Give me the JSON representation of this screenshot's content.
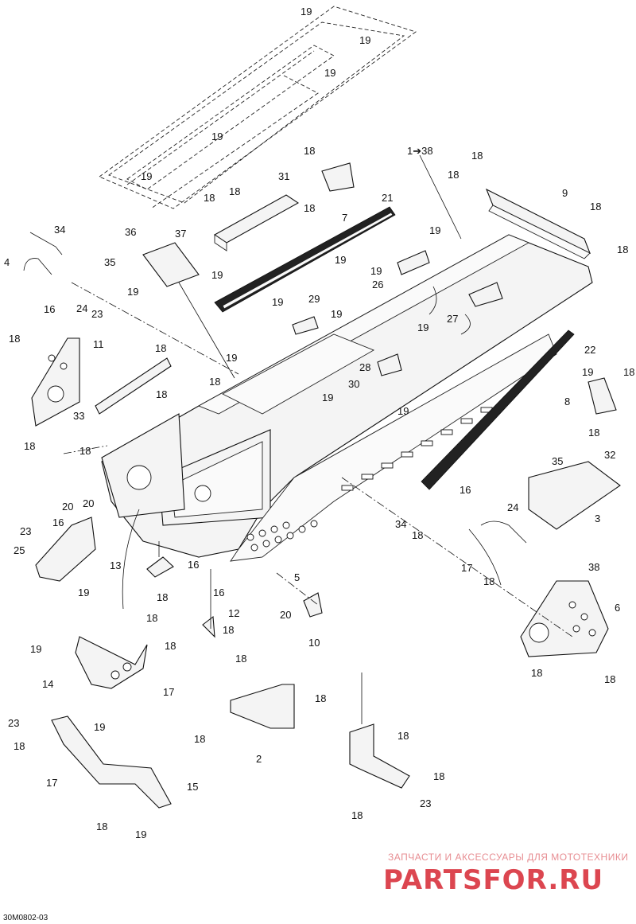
{
  "diagram": {
    "drawing_code": "30M0802-03",
    "watermark": {
      "subtitle": "ЗАПЧАСТИ И АКСЕССУАРЫ ДЛЯ МОТОТЕХНИКИ",
      "brand": "PARTSFOR.RU"
    },
    "callouts": [
      {
        "id": "c1",
        "text": "19"
      },
      {
        "id": "c2",
        "text": "19"
      },
      {
        "id": "c3",
        "text": "19"
      },
      {
        "id": "c4",
        "text": "19"
      },
      {
        "id": "c5",
        "text": "19"
      },
      {
        "id": "c6",
        "text": "18"
      },
      {
        "id": "c7",
        "text": "1➔38"
      },
      {
        "id": "c8",
        "text": "18"
      },
      {
        "id": "c9",
        "text": "18"
      },
      {
        "id": "c10",
        "text": "18"
      },
      {
        "id": "c11",
        "text": "18"
      },
      {
        "id": "c12",
        "text": "31"
      },
      {
        "id": "c13",
        "text": "18"
      },
      {
        "id": "c14",
        "text": "7"
      },
      {
        "id": "c15",
        "text": "9"
      },
      {
        "id": "c16",
        "text": "18"
      },
      {
        "id": "c17",
        "text": "21"
      },
      {
        "id": "c18",
        "text": "34"
      },
      {
        "id": "c19",
        "text": "36"
      },
      {
        "id": "c20",
        "text": "37"
      },
      {
        "id": "c21",
        "text": "19"
      },
      {
        "id": "c22",
        "text": "18"
      },
      {
        "id": "c23",
        "text": "4"
      },
      {
        "id": "c24",
        "text": "35"
      },
      {
        "id": "c25",
        "text": "19"
      },
      {
        "id": "c26",
        "text": "19"
      },
      {
        "id": "c27",
        "text": "26"
      },
      {
        "id": "c28",
        "text": "19"
      },
      {
        "id": "c29",
        "text": "16"
      },
      {
        "id": "c30",
        "text": "24"
      },
      {
        "id": "c31",
        "text": "23"
      },
      {
        "id": "c32",
        "text": "19"
      },
      {
        "id": "c33",
        "text": "29"
      },
      {
        "id": "c34",
        "text": "19"
      },
      {
        "id": "c35",
        "text": "19"
      },
      {
        "id": "c36",
        "text": "27"
      },
      {
        "id": "c37",
        "text": "18"
      },
      {
        "id": "c38",
        "text": "11"
      },
      {
        "id": "c39",
        "text": "18"
      },
      {
        "id": "c40",
        "text": "19"
      },
      {
        "id": "c41",
        "text": "22"
      },
      {
        "id": "c42",
        "text": "18"
      },
      {
        "id": "c43",
        "text": "28"
      },
      {
        "id": "c44",
        "text": "19"
      },
      {
        "id": "c45",
        "text": "30"
      },
      {
        "id": "c46",
        "text": "19"
      },
      {
        "id": "c47",
        "text": "18"
      },
      {
        "id": "c48",
        "text": "33"
      },
      {
        "id": "c49",
        "text": "19"
      },
      {
        "id": "c50",
        "text": "18"
      },
      {
        "id": "c51",
        "text": "8"
      },
      {
        "id": "c52",
        "text": "19"
      },
      {
        "id": "c53",
        "text": "18"
      },
      {
        "id": "c54",
        "text": "18"
      },
      {
        "id": "c55",
        "text": "18"
      },
      {
        "id": "c56",
        "text": "32"
      },
      {
        "id": "c57",
        "text": "35"
      },
      {
        "id": "c58",
        "text": "16"
      },
      {
        "id": "c59",
        "text": "20"
      },
      {
        "id": "c60",
        "text": "20"
      },
      {
        "id": "c61",
        "text": "16"
      },
      {
        "id": "c62",
        "text": "23"
      },
      {
        "id": "c63",
        "text": "34"
      },
      {
        "id": "c64",
        "text": "24"
      },
      {
        "id": "c65",
        "text": "18"
      },
      {
        "id": "c66",
        "text": "3"
      },
      {
        "id": "c67",
        "text": "25"
      },
      {
        "id": "c68",
        "text": "13"
      },
      {
        "id": "c69",
        "text": "16"
      },
      {
        "id": "c70",
        "text": "17"
      },
      {
        "id": "c71",
        "text": "19"
      },
      {
        "id": "c72",
        "text": "18"
      },
      {
        "id": "c73",
        "text": "16"
      },
      {
        "id": "c74",
        "text": "5"
      },
      {
        "id": "c75",
        "text": "18"
      },
      {
        "id": "c76",
        "text": "38"
      },
      {
        "id": "c77",
        "text": "12"
      },
      {
        "id": "c78",
        "text": "6"
      },
      {
        "id": "c79",
        "text": "20"
      },
      {
        "id": "c80",
        "text": "18"
      },
      {
        "id": "c81",
        "text": "18"
      },
      {
        "id": "c82",
        "text": "10"
      },
      {
        "id": "c83",
        "text": "18"
      },
      {
        "id": "c84",
        "text": "19"
      },
      {
        "id": "c85",
        "text": "18"
      },
      {
        "id": "c86",
        "text": "18"
      },
      {
        "id": "c87",
        "text": "18"
      },
      {
        "id": "c88",
        "text": "14"
      },
      {
        "id": "c89",
        "text": "18"
      },
      {
        "id": "c90",
        "text": "17"
      },
      {
        "id": "c91",
        "text": "23"
      },
      {
        "id": "c92",
        "text": "18"
      },
      {
        "id": "c93",
        "text": "19"
      },
      {
        "id": "c94",
        "text": "18"
      },
      {
        "id": "c95",
        "text": "18"
      },
      {
        "id": "c96",
        "text": "2"
      },
      {
        "id": "c97",
        "text": "15"
      },
      {
        "id": "c98",
        "text": "18"
      },
      {
        "id": "c99",
        "text": "17"
      },
      {
        "id": "c100",
        "text": "18"
      },
      {
        "id": "c101",
        "text": "19"
      },
      {
        "id": "c102",
        "text": "18"
      },
      {
        "id": "c103",
        "text": "23"
      }
    ]
  }
}
